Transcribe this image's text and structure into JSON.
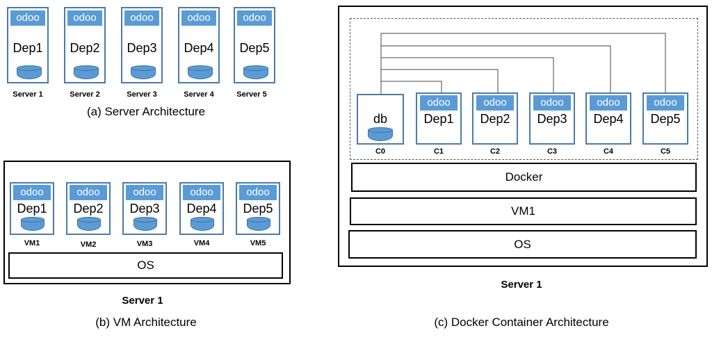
{
  "panel_a": {
    "odoo_label": "odoo",
    "deps": [
      "Dep1",
      "Dep2",
      "Dep3",
      "Dep4",
      "Dep5"
    ],
    "servers": [
      "Server 1",
      "Server 2",
      "Server 3",
      "Server 4",
      "Server 5"
    ],
    "caption": "(a) Server Architecture"
  },
  "panel_b": {
    "odoo_label": "odoo",
    "deps": [
      "Dep1",
      "Dep2",
      "Dep3",
      "Dep4",
      "Dep5"
    ],
    "vms": [
      "VM1",
      "VM2",
      "VM3",
      "VM4",
      "VM5"
    ],
    "os_label": "OS",
    "server_label": "Server 1",
    "caption": "(b) VM Architecture"
  },
  "panel_c": {
    "db_label": "db",
    "odoo_label": "odoo",
    "deps": [
      "Dep1",
      "Dep2",
      "Dep3",
      "Dep4",
      "Dep5"
    ],
    "containers": [
      "C0",
      "C1",
      "C2",
      "C3",
      "C4",
      "C5"
    ],
    "docker_label": "Docker",
    "vm_label": "VM1",
    "os_label": "OS",
    "server_label": "Server 1",
    "caption": "(c) Docker Container Architecture"
  },
  "colors": {
    "accent": "#5b9bd5",
    "border": "#4a7ba8"
  }
}
